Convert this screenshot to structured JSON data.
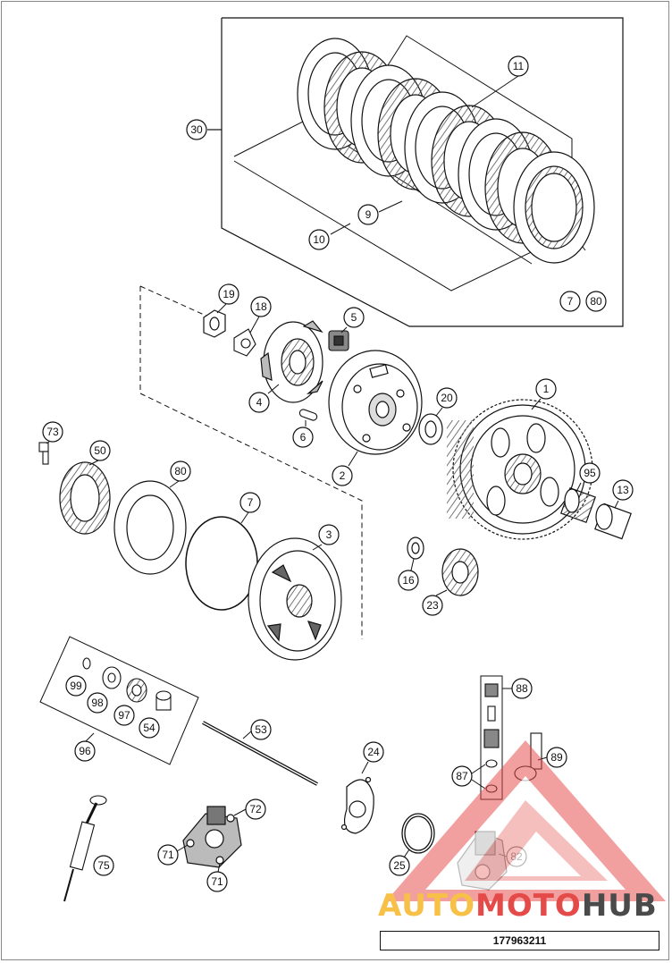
{
  "diagram": {
    "part_number": "177963211",
    "callouts": [
      "11",
      "30",
      "9",
      "10",
      "7",
      "80",
      "19",
      "18",
      "5",
      "4",
      "20",
      "1",
      "6",
      "2",
      "73",
      "50",
      "95",
      "13",
      "80",
      "7",
      "3",
      "16",
      "23",
      "99",
      "98",
      "97",
      "54",
      "96",
      "53",
      "88",
      "24",
      "87",
      "89",
      "72",
      "71",
      "71",
      "75",
      "25",
      "82"
    ]
  },
  "watermark": {
    "brand_part1": "AUTO",
    "brand_part2": "MOTO",
    "brand_part3": "HUB",
    "colors": {
      "yellow": "#f7c046",
      "red": "#e44a48",
      "gray": "#4a4a4a"
    }
  }
}
